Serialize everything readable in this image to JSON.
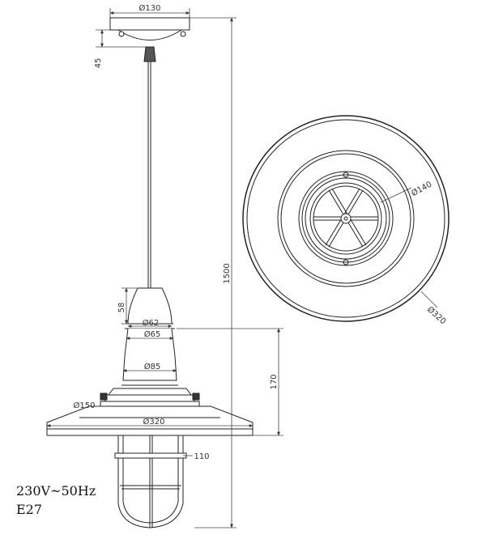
{
  "dimensions": {
    "canopy_diameter": "Ø130",
    "canopy_height": "45",
    "total_height": "1500",
    "neck_height": "58",
    "neck_top_diameter": "Ø62",
    "neck_diameter": "Ø65",
    "body_diameter": "Ø85",
    "body_height": "170",
    "flange_diameter": "Ø150",
    "shade_diameter": "Ø320",
    "cage_height": "110",
    "top_view_inner_diameter": "Ø140",
    "top_view_outer_diameter": "Ø320"
  },
  "specs": {
    "voltage": "230V~50Hz",
    "socket": "E27"
  }
}
